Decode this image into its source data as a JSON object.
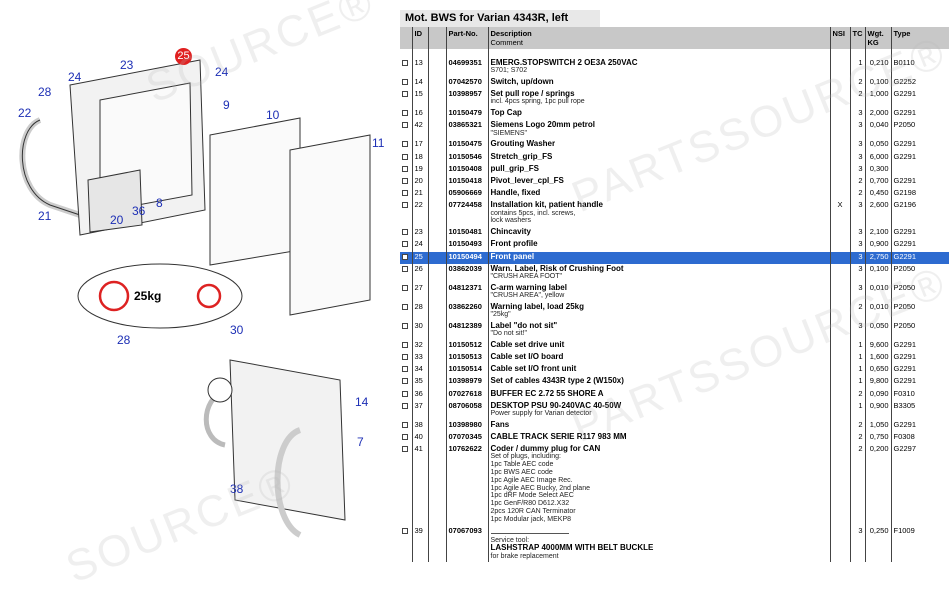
{
  "diagram": {
    "callouts": [
      "25",
      "23",
      "24",
      "24",
      "28",
      "22",
      "9",
      "10",
      "11",
      "21",
      "20",
      "36",
      "8",
      "28",
      "30",
      "14",
      "7",
      "38"
    ],
    "label_text": "25kg"
  },
  "watermark": "PARTSSOURCE",
  "panel": {
    "title": "Mot. BWS for Varian 4343R, left",
    "columns": {
      "id": "ID",
      "part": "Part-No.",
      "desc": "Description",
      "comment": "Comment",
      "nsi": "NSI",
      "tc": "TC",
      "wgt": "Wgt.",
      "wgt_unit": "KG",
      "type": "Type"
    },
    "selected_id": "25",
    "rows": [
      {
        "id": "13",
        "part": "04699351",
        "desc": "EMERG.STOPSWITCH 2 OE3A 250VAC",
        "comment": "S701; S702",
        "nsi": "",
        "tc": "1",
        "wgt": "0,210",
        "type": "B0110"
      },
      {
        "id": "14",
        "part": "07042570",
        "desc": "Switch, up/down",
        "comment": "",
        "nsi": "",
        "tc": "2",
        "wgt": "0,100",
        "type": "G2252"
      },
      {
        "id": "15",
        "part": "10398957",
        "desc": "Set pull rope / springs",
        "comment": "incl. 4pcs spring, 1pc pull rope",
        "nsi": "",
        "tc": "2",
        "wgt": "1,000",
        "type": "G2291"
      },
      {
        "id": "16",
        "part": "10150479",
        "desc": "Top Cap",
        "comment": "",
        "nsi": "",
        "tc": "3",
        "wgt": "2,000",
        "type": "G2291"
      },
      {
        "id": "42",
        "part": "03865321",
        "desc": "Siemens Logo 20mm petrol",
        "comment": "\"SIEMENS\"",
        "nsi": "",
        "tc": "3",
        "wgt": "0,040",
        "type": "P2050"
      },
      {
        "id": "17",
        "part": "10150475",
        "desc": "Grouting Washer",
        "comment": "",
        "nsi": "",
        "tc": "3",
        "wgt": "0,050",
        "type": "G2291"
      },
      {
        "id": "18",
        "part": "10150546",
        "desc": "Stretch_grip_FS",
        "comment": "",
        "nsi": "",
        "tc": "3",
        "wgt": "6,000",
        "type": "G2291"
      },
      {
        "id": "19",
        "part": "10150408",
        "desc": "pull_grip_FS",
        "comment": "",
        "nsi": "",
        "tc": "3",
        "wgt": "0,300",
        "type": ""
      },
      {
        "id": "20",
        "part": "10150418",
        "desc": "Pivot_lever_cpl_FS",
        "comment": "",
        "nsi": "",
        "tc": "2",
        "wgt": "0,700",
        "type": "G2291"
      },
      {
        "id": "21",
        "part": "05906669",
        "desc": "Handle, fixed",
        "comment": "",
        "nsi": "",
        "tc": "2",
        "wgt": "0,450",
        "type": "G2198"
      },
      {
        "id": "22",
        "part": "07724458",
        "desc": "Installation kit, patient handle",
        "comment": "contains 5pcs, incl. screws,\nlock washers",
        "nsi": "X",
        "tc": "3",
        "wgt": "2,600",
        "type": "G2196"
      },
      {
        "id": "23",
        "part": "10150481",
        "desc": "Chincavity",
        "comment": "",
        "nsi": "",
        "tc": "3",
        "wgt": "2,100",
        "type": "G2291"
      },
      {
        "id": "24",
        "part": "10150493",
        "desc": "Front profile",
        "comment": "",
        "nsi": "",
        "tc": "3",
        "wgt": "0,900",
        "type": "G2291"
      },
      {
        "id": "25",
        "part": "10150494",
        "desc": "Front panel",
        "comment": "",
        "nsi": "",
        "tc": "3",
        "wgt": "2,750",
        "type": "G2291"
      },
      {
        "id": "26",
        "part": "03862039",
        "desc": "Warn. Label, Risk of Crushing Foot",
        "comment": "\"CRUSH AREA FOOT\"",
        "nsi": "",
        "tc": "3",
        "wgt": "0,100",
        "type": "P2050"
      },
      {
        "id": "27",
        "part": "04812371",
        "desc": "C-arm warning label",
        "comment": "\"CRUSH AREA\", yellow",
        "nsi": "",
        "tc": "3",
        "wgt": "0,010",
        "type": "P2050"
      },
      {
        "id": "28",
        "part": "03862260",
        "desc": "Warning label, load 25kg",
        "comment": "\"25kg\"",
        "nsi": "",
        "tc": "2",
        "wgt": "0,010",
        "type": "P2050"
      },
      {
        "id": "30",
        "part": "04812389",
        "desc": "Label \"do not sit\"",
        "comment": "\"Do not sit!\"",
        "nsi": "",
        "tc": "3",
        "wgt": "0,050",
        "type": "P2050"
      },
      {
        "id": "32",
        "part": "10150512",
        "desc": "Cable set drive unit",
        "comment": "",
        "nsi": "",
        "tc": "1",
        "wgt": "9,600",
        "type": "G2291"
      },
      {
        "id": "33",
        "part": "10150513",
        "desc": "Cable set I/O board",
        "comment": "",
        "nsi": "",
        "tc": "1",
        "wgt": "1,600",
        "type": "G2291"
      },
      {
        "id": "34",
        "part": "10150514",
        "desc": "Cable set I/O front unit",
        "comment": "",
        "nsi": "",
        "tc": "1",
        "wgt": "0,650",
        "type": "G2291"
      },
      {
        "id": "35",
        "part": "10398979",
        "desc": "Set of cables 4343R type 2 (W150x)",
        "comment": "",
        "nsi": "",
        "tc": "1",
        "wgt": "9,800",
        "type": "G2291"
      },
      {
        "id": "36",
        "part": "07027618",
        "desc": "BUFFER EC 2.72 55 SHORE A",
        "comment": "",
        "nsi": "",
        "tc": "2",
        "wgt": "0,090",
        "type": "F0310"
      },
      {
        "id": "37",
        "part": "08706058",
        "desc": "DESKTOP PSU 90-240VAC 40-50W",
        "comment": "Power supply for Varian detector",
        "nsi": "",
        "tc": "1",
        "wgt": "0,900",
        "type": "B3305"
      },
      {
        "id": "38",
        "part": "10398980",
        "desc": "Fans",
        "comment": "",
        "nsi": "",
        "tc": "2",
        "wgt": "1,050",
        "type": "G2291"
      },
      {
        "id": "40",
        "part": "07070345",
        "desc": "CABLE TRACK SERIE R117 983 MM",
        "comment": "",
        "nsi": "",
        "tc": "2",
        "wgt": "0,750",
        "type": "F0308"
      },
      {
        "id": "41",
        "part": "10762622",
        "desc": "Coder / dummy plug for CAN",
        "comment": "Set of plugs, including:\n1pc Table AEC code\n1pc BWS AEC code\n1pc Agile AEC Image Rec.\n1pc Agile AEC Bucky, 2nd plane\n1pc dRF Mode Select AEC\n1pc GenF/R80 D612.X32\n2pcs 120R CAN Terminator\n1pc Modular jack, MEKP8",
        "nsi": "",
        "tc": "2",
        "wgt": "0,200",
        "type": "G2297"
      },
      {
        "id": "39",
        "part": "07067093",
        "desc": "LASHSTRAP 4000MM WITH BELT BUCKLE",
        "comment": "for brake replacement",
        "section": "Service tool:",
        "nsi": "",
        "tc": "3",
        "wgt": "0,250",
        "type": "F1009"
      }
    ]
  }
}
